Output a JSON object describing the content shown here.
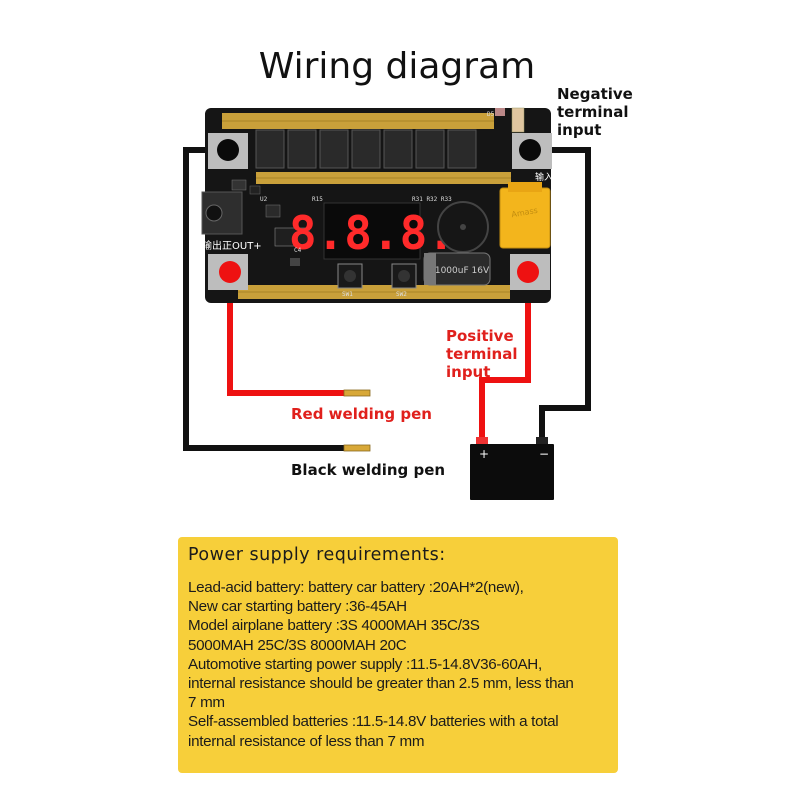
{
  "title": "Wiring diagram",
  "labels": {
    "negative_terminal": [
      "Negative",
      "terminal",
      "input"
    ],
    "positive_terminal": [
      "Positive",
      "terminal",
      "input"
    ],
    "red_pen": "Red welding pen",
    "black_pen": "Black welding pen"
  },
  "board": {
    "display_digits": "8.8.8.",
    "output_label": "输出正OUT+",
    "input_label": "输入",
    "capacitor_text": "1000uF 16V",
    "connector_text": "Amass"
  },
  "battery": {
    "plus": "+",
    "minus": "−"
  },
  "requirements": {
    "title": "Power supply requirements:",
    "lines": [
      "Lead-acid battery: battery car battery :20AH*2(new),",
      " New car starting battery :36-45AH",
      "Model airplane battery :3S 4000MAH 35C/3S",
      "5000MAH 25C/3S 8000MAH 20C",
      "Automotive starting power supply :11.5-14.8V36-60AH,",
      "internal resistance should be greater than 2.5 mm, less than",
      " 7 mm",
      "Self-assembled batteries :11.5-14.8V batteries with a total",
      " internal resistance of less than 7 mm"
    ]
  },
  "colors": {
    "red_wire": "#ee1111",
    "black_wire": "#111111",
    "gold_rail": "#c9a03a",
    "box_yellow": "#f7cf3a",
    "label_red": "#e0201c"
  }
}
